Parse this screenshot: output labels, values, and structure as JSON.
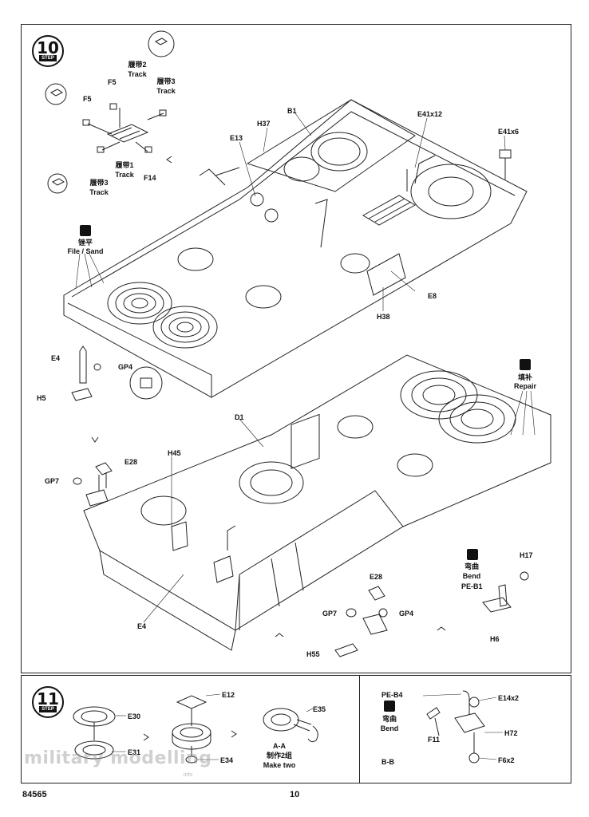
{
  "steps": {
    "step10": {
      "number": "10",
      "word": "STEP"
    },
    "step11": {
      "number": "11",
      "word": "STEP"
    }
  },
  "step10_labels": {
    "track2_cn": "履带2",
    "track2_en": "Track",
    "track3a_cn": "履带3",
    "track3a_en": "Track",
    "track1_cn": "履带1",
    "track1_en": "Track",
    "track3b_cn": "履带3",
    "track3b_en": "Track",
    "f5a": "F5",
    "f5b": "F5",
    "f14": "F14",
    "h37": "H37",
    "b1": "B1",
    "e41x12": "E41x12",
    "e41x6": "E41x6",
    "e13": "E13",
    "e8": "E8",
    "h38": "H38",
    "file_cn": "锉平",
    "file_en": "File / Sand",
    "e4a": "E4",
    "gp4a": "GP4",
    "h5": "H5",
    "repair_cn": "填补",
    "repair_en": "Repair",
    "d1": "D1",
    "h45": "H45",
    "e28a": "E28",
    "gp7a": "GP7",
    "e4b": "E4",
    "bend_cn": "弯曲",
    "bend_en": "Bend",
    "pe_b1": "PE-B1",
    "h17": "H17",
    "h6": "H6",
    "e28b": "E28",
    "gp7b": "GP7",
    "gp4b": "GP4",
    "h55": "H55"
  },
  "step11_labels": {
    "e30": "E30",
    "e31": "E31",
    "e12": "E12",
    "e34": "E34",
    "e35": "E35",
    "aa": "A-A",
    "make2_cn": "制作2组",
    "make2_en": "Make two",
    "pe_b4": "PE-B4",
    "bend_cn": "弯曲",
    "bend_en": "Bend",
    "e14x2": "E14x2",
    "f11": "F11",
    "h72": "H72",
    "f6x2": "F6x2",
    "bb": "B-B"
  },
  "footer": {
    "code": "84565",
    "page": "10"
  },
  "watermark": {
    "text": "military modelling",
    "sub": ".info"
  }
}
